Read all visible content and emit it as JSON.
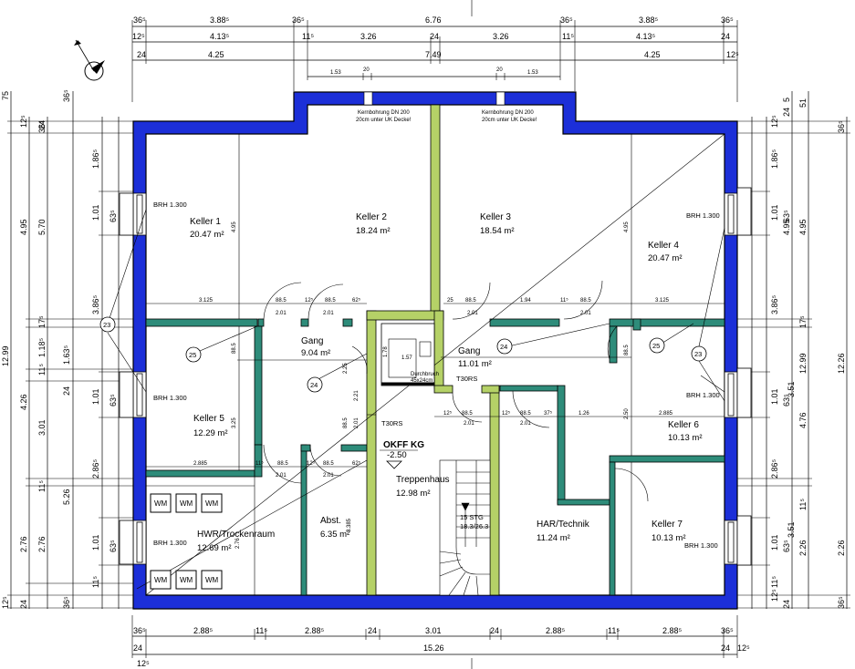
{
  "dimensions": {
    "top_row1": [
      "36⁵",
      "3.88⁵",
      "36⁵",
      "6.76",
      "36⁵",
      "3.88⁵",
      "36⁵"
    ],
    "top_row2": [
      "12⁵",
      "4.13⁵",
      "11⁵",
      "3.26",
      "24",
      "3.26",
      "11⁵",
      "4.13⁵",
      "24"
    ],
    "top_row3": [
      "24",
      "4.25",
      "7.49",
      "4.25",
      "12⁵"
    ],
    "top_small": [
      "1.53",
      "20",
      "20",
      "1.53"
    ],
    "bottom_row1": [
      "36⁵",
      "2.88⁵",
      "11⁵",
      "2.88⁵",
      "24",
      "3.01",
      "24",
      "2.88⁵",
      "11⁵",
      "2.88⁵",
      "36⁵"
    ],
    "bottom_row2": [
      "24",
      "15.26",
      "24",
      "12⁵",
      "12⁵"
    ],
    "left_col_a": [
      "75",
      "36⁵",
      "12⁵",
      "24",
      "36⁵",
      "1.86⁵",
      "1.01",
      "63⁵",
      "4.95",
      "5.70",
      "3.86⁵",
      "17⁵",
      "1.18⁵",
      "12.99",
      "1.63⁵",
      "11⁵",
      "24",
      "4.26",
      "1.01",
      "63⁵",
      "3.01",
      "2.86⁵",
      "11⁵",
      "5.26",
      "2.76",
      "1.01",
      "63⁵",
      "2.76",
      "11⁵",
      "12⁵",
      "24",
      "36⁵"
    ],
    "right_col_a": [
      "5",
      "51",
      "24",
      "36⁵",
      "12⁵",
      "1.86⁵",
      "1.01",
      "63⁵",
      "4.95",
      "4.95",
      "3.86⁵",
      "17⁵",
      "12.99",
      "12.26",
      "1.01",
      "63⁵",
      "3.51",
      "4.76",
      "2.86⁵",
      "11⁵",
      "2.26",
      "1.01",
      "63⁵",
      "3.51",
      "2.26",
      "11⁵",
      "12⁵",
      "24",
      "36⁵"
    ]
  },
  "rooms": {
    "keller1": {
      "name": "Keller 1",
      "area": "20.47 m²",
      "brh": "BRH 1.300",
      "inner": "4.95"
    },
    "keller2": {
      "name": "Keller 2",
      "area": "18.24 m²"
    },
    "keller3": {
      "name": "Keller 3",
      "area": "18.54 m²"
    },
    "keller4": {
      "name": "Keller 4",
      "area": "20.47 m²",
      "brh": "BRH 1.300",
      "inner": "4.95"
    },
    "keller5": {
      "name": "Keller 5",
      "area": "12.29 m²",
      "brh": "BRH 1.300",
      "inner": "3.25"
    },
    "keller6": {
      "name": "Keller 6",
      "area": "10.13 m²",
      "brh": "BRH 1.300"
    },
    "keller7": {
      "name": "Keller 7",
      "area": "10.13 m²",
      "brh": "BRH 1.300"
    },
    "gang1": {
      "name": "Gang",
      "area": "9.04 m²"
    },
    "gang2": {
      "name": "Gang",
      "area": "11.01 m²"
    },
    "treppenhaus": {
      "name": "Treppenhaus",
      "area": "12.98 m²"
    },
    "abst": {
      "name": "Abst.",
      "area": "6.35 m²",
      "inner": "3.385"
    },
    "hwr": {
      "name": "HWR/Trockenraum",
      "area": "12.69 m²",
      "brh": "BRH 1.300",
      "inner": "2.76"
    },
    "har": {
      "name": "HAR/Technik",
      "area": "11.24 m²"
    }
  },
  "notes": {
    "kernbohrung_line1": "Kernbohrung DN 200",
    "kernbohrung_line2": "20cm unter UK Decke!",
    "okff_title": "OKFF KG",
    "okff_value": "-2.50",
    "t30rs_a": "T30RS",
    "t30rs_b": "T30RS",
    "stairs_a": "15 STG",
    "stairs_b": "18.3/26.3",
    "shaft_a": "1.78",
    "shaft_b": "1.57",
    "durchbruch": "Durchbruch",
    "durchbruch_b": "45x24cm"
  },
  "internal_dims": {
    "row_mid_left": [
      "3.125",
      "88.5",
      "12⁵",
      "88.5",
      "62⁵",
      "2.01",
      "2.01"
    ],
    "row_mid_right": [
      "25",
      "88.5",
      "1.94",
      "11⁵",
      "88.5",
      "3.125",
      "2.01",
      "2.01"
    ],
    "row_lower_left": [
      "2.885",
      "11⁵",
      "88.5",
      "12⁵",
      "88.5",
      "62⁵",
      "2.01",
      "2.01"
    ],
    "row_lower_right": [
      "12⁵",
      "88.5",
      "12⁵",
      "88.5",
      "37⁵",
      "1.26",
      "2.885",
      "2.01",
      "2.01"
    ],
    "gang_vertical": [
      "88.5",
      "2.25",
      "88.5",
      "2.01",
      "2.21",
      "88.5",
      "2.50"
    ]
  },
  "markers": [
    "23",
    "25",
    "24",
    "24",
    "25",
    "23"
  ],
  "wm_label": "WM"
}
